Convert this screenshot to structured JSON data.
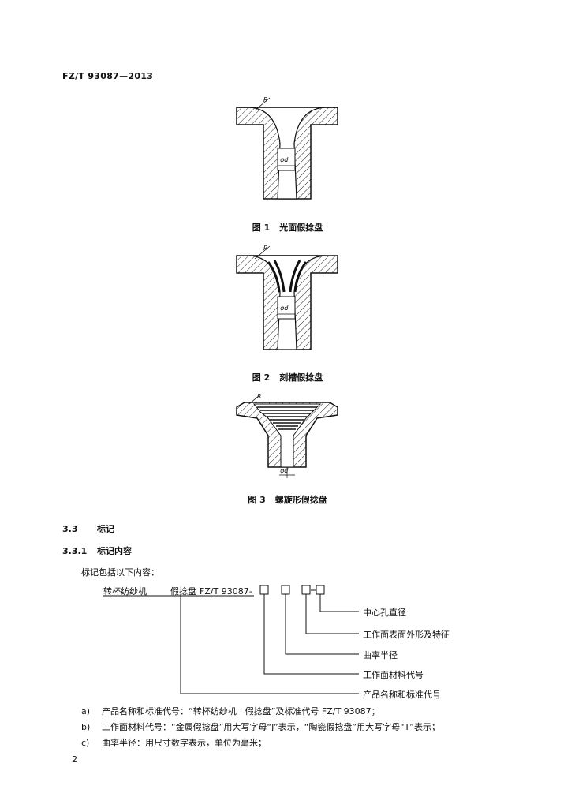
{
  "header": {
    "standard": "FZ/T 93087—2013"
  },
  "figures": [
    {
      "number": "图 1",
      "title": "光面假捻盘",
      "label_r": "R",
      "label_d": "φd"
    },
    {
      "number": "图 2",
      "title": "刻槽假捻盘",
      "label_r": "R",
      "label_d": "φd"
    },
    {
      "number": "图 3",
      "title": "螺旋形假捻盘",
      "label_r": "R",
      "label_d": "φd"
    }
  ],
  "section_3_3": {
    "number": "3.3",
    "title": "标记"
  },
  "section_3_3_1": {
    "number": "3.3.1",
    "title": "标记内容"
  },
  "intro": "标记包括以下内容：",
  "marking": {
    "product": "转杯纺纱机",
    "name": "假捻盘",
    "code": "FZ/T 93087-",
    "labels": [
      "中心孔直径",
      "工作面表面外形及特征",
      "曲率半径",
      "工作面材料代号",
      "产品名称和标准代号"
    ]
  },
  "items": [
    {
      "key": "a)",
      "text": "产品名称和标准代号：“转杯纺纱机　假捻盘”及标准代号 FZ/T 93087；"
    },
    {
      "key": "b)",
      "text": "工作面材料代号：“金属假捻盘”用大写字母“J”表示，“陶瓷假捻盘”用大写字母“T”表示；"
    },
    {
      "key": "c)",
      "text": "曲率半径：用尺寸数字表示，单位为毫米；"
    }
  ],
  "page_number": "2"
}
